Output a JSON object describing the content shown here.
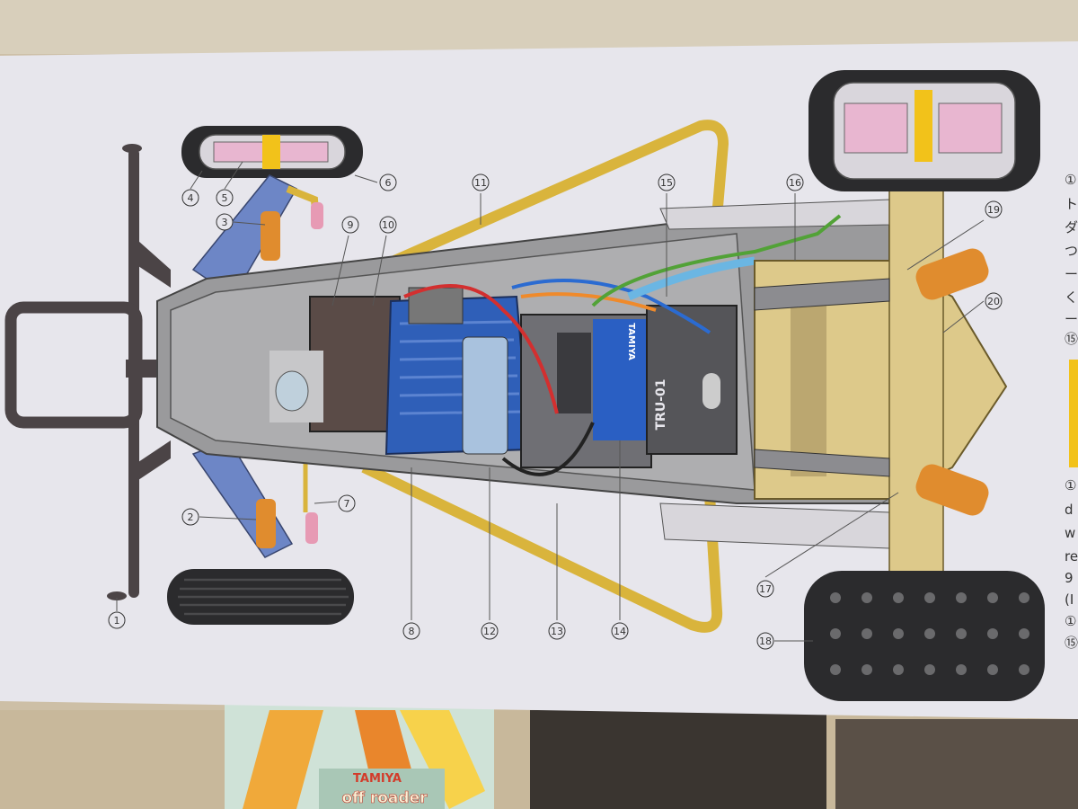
{
  "callouts": [
    {
      "num": "1",
      "text": "①"
    },
    {
      "num": "2",
      "text": "②"
    },
    {
      "num": "3",
      "text": "③"
    },
    {
      "num": "4",
      "text": "④"
    },
    {
      "num": "5",
      "text": "⑤"
    },
    {
      "num": "6",
      "text": "⑥"
    },
    {
      "num": "7",
      "text": "⑦"
    },
    {
      "num": "8",
      "text": "⑧"
    },
    {
      "num": "9",
      "text": "⑨"
    },
    {
      "num": "10",
      "text": "⑩"
    },
    {
      "num": "11",
      "text": "⑪"
    },
    {
      "num": "12",
      "text": "⑫"
    },
    {
      "num": "13",
      "text": "⑬"
    },
    {
      "num": "14",
      "text": "⑭"
    },
    {
      "num": "15",
      "text": "⑮"
    },
    {
      "num": "16",
      "text": "⑯"
    },
    {
      "num": "17",
      "text": "⑰"
    },
    {
      "num": "18",
      "text": "⑱"
    },
    {
      "num": "19",
      "text": "⑲"
    },
    {
      "num": "20",
      "text": "⑳"
    }
  ],
  "component_labels": {
    "brand": "TAMIYA",
    "receiver": "TRU-01",
    "sticker_brand": "TAMIYA",
    "sticker_model": "off roader"
  },
  "side_text": [
    "①",
    "ト",
    "ダ",
    "つ",
    "ー",
    "く",
    "ー",
    "⑮",
    "①",
    "d",
    "w",
    "re",
    "9",
    "(I",
    "①",
    "⑮"
  ],
  "colors": {
    "paper": "#e7e6ec",
    "chassis": "#9a9a9c",
    "roll_cage": "#d9b43c",
    "suspension_arm": "#6d86c6",
    "gearbox": "#ddc98a",
    "spring": "#e08c2e",
    "battery": "#2f5fb8",
    "tire": "#2b2b2d",
    "front_axle": "#4b4446",
    "accent_yellow": "#f2c21a"
  }
}
